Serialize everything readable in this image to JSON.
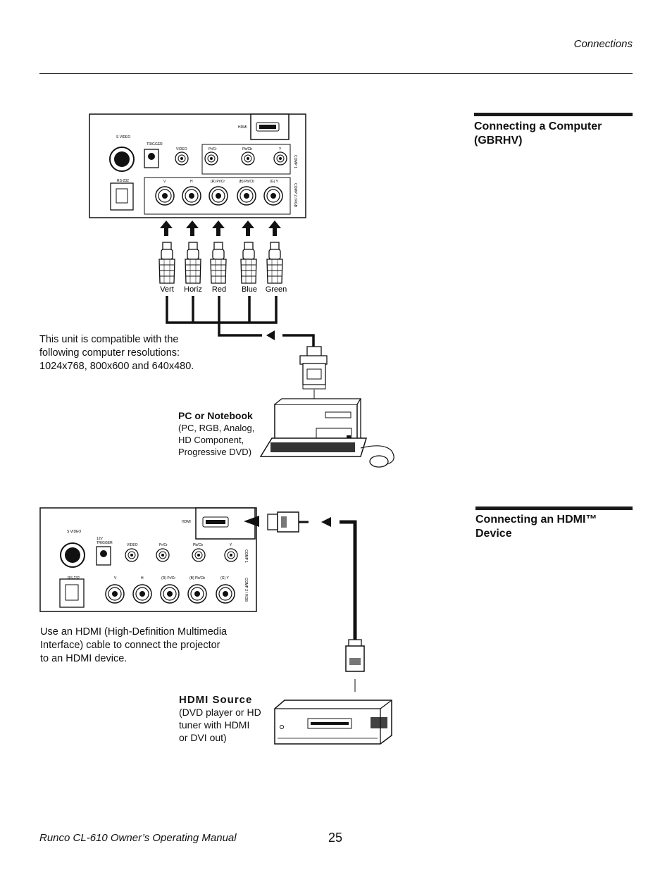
{
  "header": {
    "section": "Connections"
  },
  "section1": {
    "title_line1": "Connecting a Computer",
    "title_line2": "(GBRHV)",
    "note_line1": "This unit is compatible with the",
    "note_line2": "following computer resolutions:",
    "note_line3": "1024x768, 800x600 and 640x480.",
    "device_title": "PC or Notebook",
    "device_line1": "(PC, RGB, Analog,",
    "device_line2": "HD Component,",
    "device_line3": "Progressive DVD)",
    "cable_labels": [
      "Vert",
      "Horiz",
      "Red",
      "Blue",
      "Green"
    ]
  },
  "section2": {
    "title_line1": "Connecting an HDMI™",
    "title_line2": "Device",
    "note_line1": "Use an HDMI (High-Definition Multimedia",
    "note_line2": "Interface) cable to connect the projector",
    "note_line3": "to an HDMI device.",
    "device_title": "HDMI Source",
    "device_line1": "(DVD player or HD",
    "device_line2": "tuner with HDMI",
    "device_line3": "or DVI out)"
  },
  "panel_labels": {
    "hdmi": "HDMI",
    "svideo": "S VIDEO",
    "trigger_12v": "12V",
    "trigger": "TRIGGER",
    "video": "VIDEO",
    "prcr": "Pr/Cr",
    "pbcb": "Pb/Cb",
    "y": "Y",
    "comp1": "COMP 1",
    "rs232": "RS-232",
    "v": "V",
    "h": "H",
    "r_prcr": "(R) Pr/Cr",
    "b_pbcb": "(B) Pb/Cb",
    "g_y": "(G) Y",
    "comp2": "COMP 2 / RGB"
  },
  "footer": {
    "manual": "Runco CL-610 Owner’s Operating Manual",
    "page": "25"
  },
  "icons": [
    "rear-panel-diagram",
    "bnc-connector-icon",
    "arrow-up-icon",
    "vga-connector-icon",
    "computer-icon",
    "hdmi-plug-icon",
    "dvd-player-icon"
  ]
}
